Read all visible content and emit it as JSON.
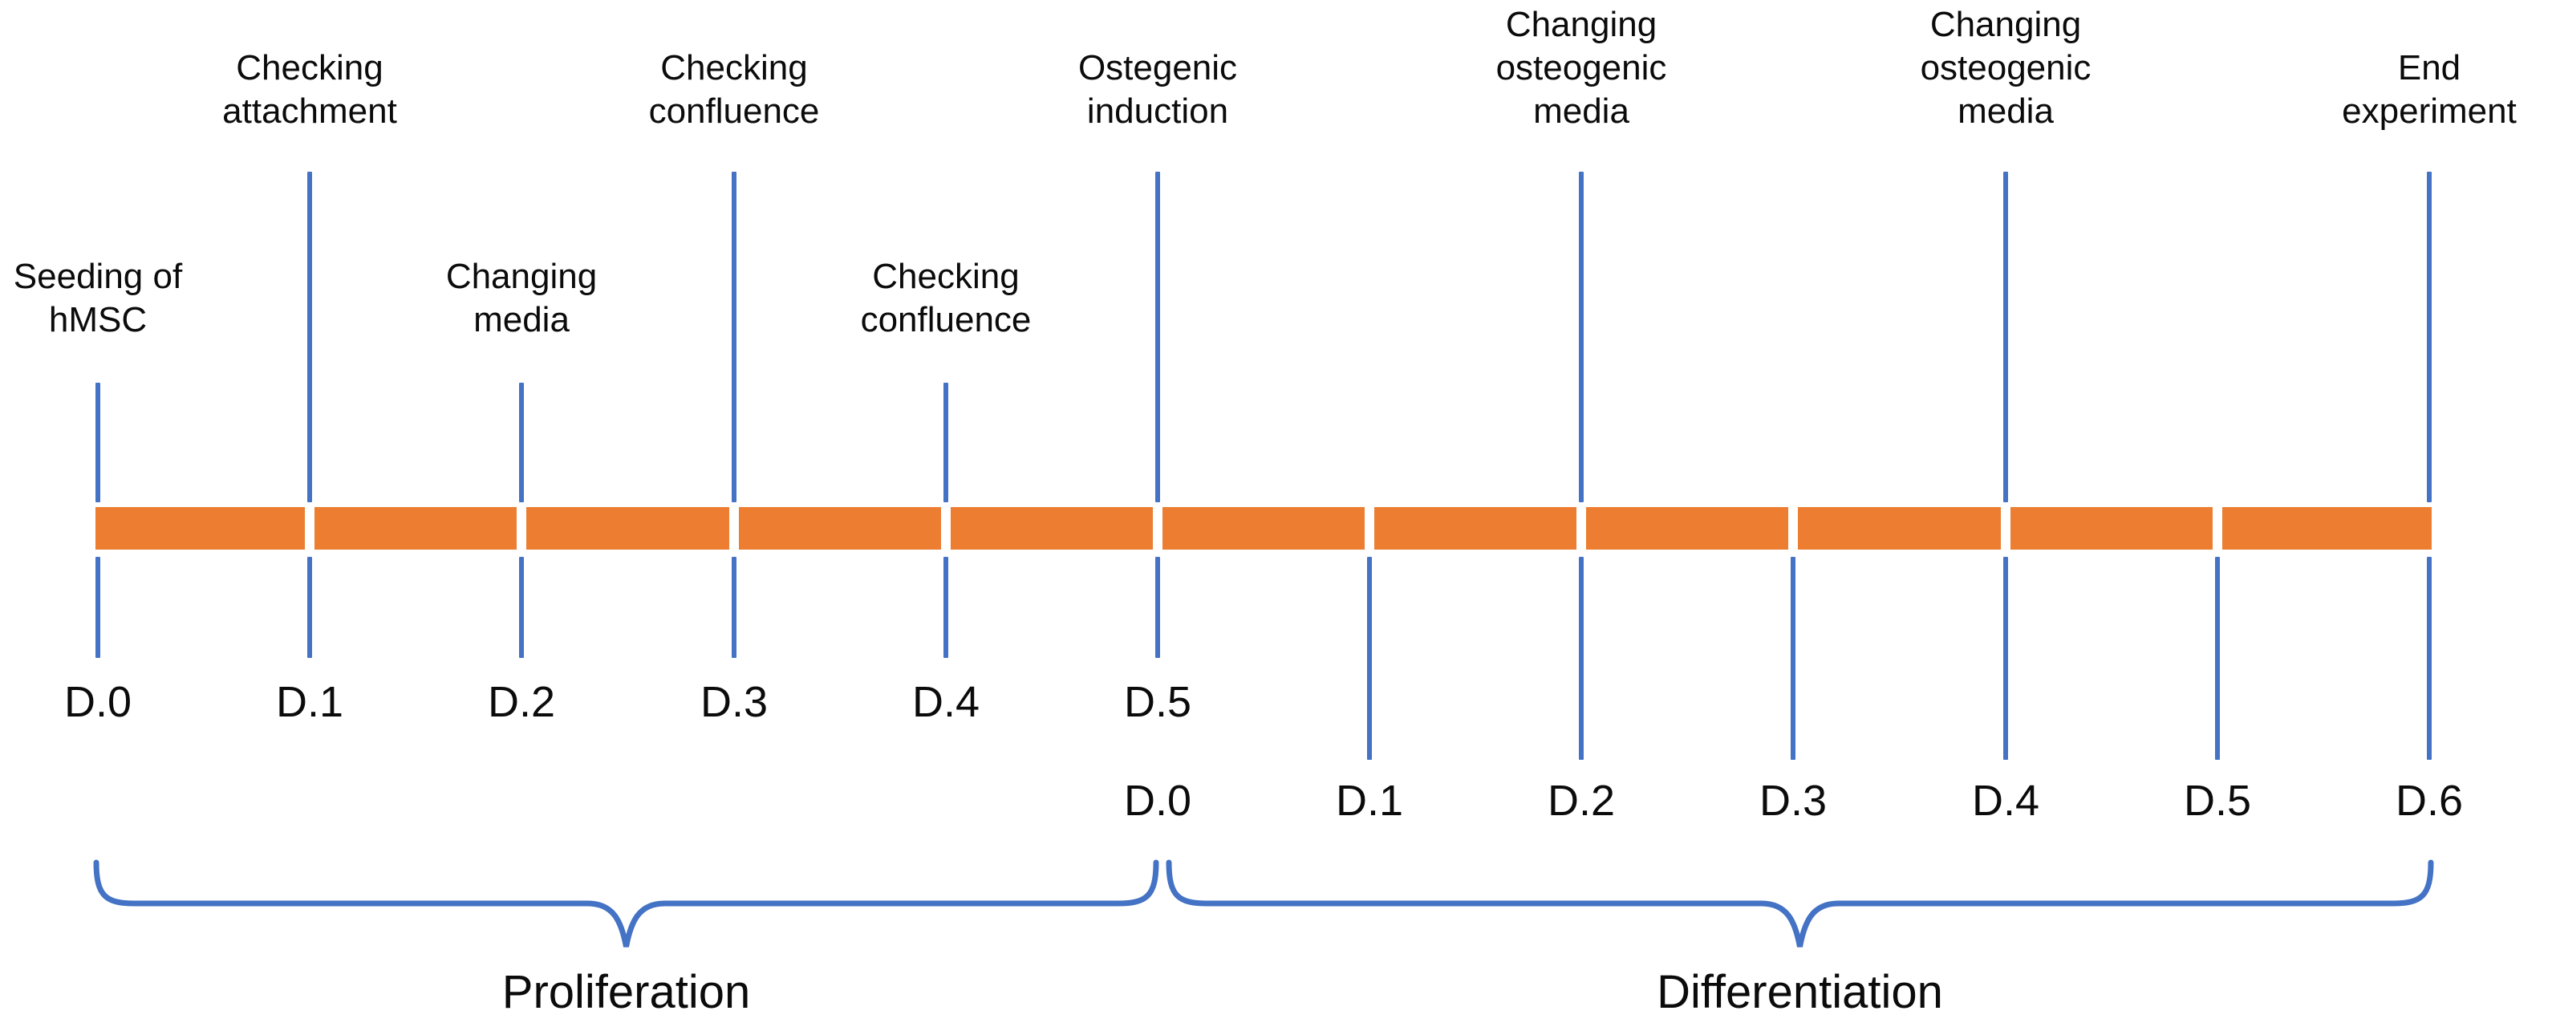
{
  "colors": {
    "bar_orange": "#ED7D31",
    "line_blue": "#4472C4",
    "text": "#0b0b0b",
    "background": "#FFFFFF"
  },
  "timeline": {
    "tick_count": 12,
    "segment_count": 11,
    "events": [
      {
        "tick": 0,
        "level": "mid",
        "text": [
          "Seeding of",
          "hMSC"
        ]
      },
      {
        "tick": 1,
        "level": "top",
        "text": [
          "Checking",
          "attachment"
        ]
      },
      {
        "tick": 2,
        "level": "mid",
        "text": [
          "Changing",
          "media"
        ]
      },
      {
        "tick": 3,
        "level": "top",
        "text": [
          "Checking",
          "confluence"
        ]
      },
      {
        "tick": 4,
        "level": "mid",
        "text": [
          "Checking",
          "confluence"
        ]
      },
      {
        "tick": 5,
        "level": "top",
        "text": [
          "Ostegenic",
          "induction"
        ]
      },
      {
        "tick": 7,
        "level": "top",
        "text": [
          "Changing",
          "osteogenic",
          "media"
        ]
      },
      {
        "tick": 9,
        "level": "top",
        "text": [
          "Changing",
          "osteogenic",
          "media"
        ]
      },
      {
        "tick": 11,
        "level": "top",
        "text": [
          "End",
          "experiment"
        ]
      }
    ],
    "day_rows": [
      {
        "name": "proliferation-days",
        "start_tick": 0,
        "labels": [
          "D.0",
          "D.1",
          "D.2",
          "D.3",
          "D.4",
          "D.5"
        ]
      },
      {
        "name": "differentiation-days",
        "start_tick": 5,
        "labels": [
          "D.0",
          "D.1",
          "D.2",
          "D.3",
          "D.4",
          "D.5",
          "D.6"
        ]
      }
    ],
    "phases": [
      {
        "label": "Proliferation",
        "start_tick": 0,
        "end_tick": 5
      },
      {
        "label": "Differentiation",
        "start_tick": 5,
        "end_tick": 11
      }
    ]
  }
}
